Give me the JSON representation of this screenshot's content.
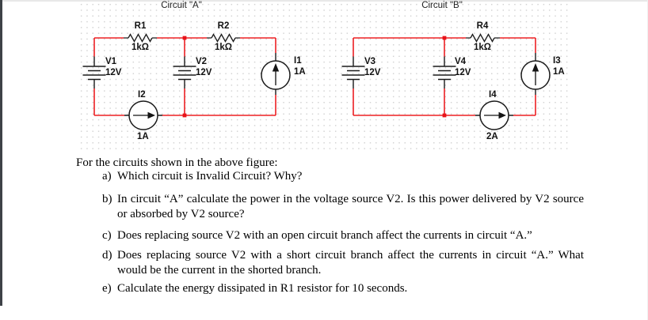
{
  "page": {
    "circuit_a": {
      "title": "Circuit \"A\"",
      "components": {
        "r1": {
          "name": "R1",
          "value": "1kΩ"
        },
        "r2": {
          "name": "R2",
          "value": "1kΩ"
        },
        "v1": {
          "name": "V1",
          "value": "12V"
        },
        "v2": {
          "name": "V2",
          "value": "12V"
        },
        "i1": {
          "name": "I1",
          "value": "1A"
        },
        "i2": {
          "name": "I2",
          "value": "1A"
        }
      }
    },
    "circuit_b": {
      "title": "Circuit \"B\"",
      "components": {
        "r4": {
          "name": "R4",
          "value": "1kΩ"
        },
        "v3": {
          "name": "V3",
          "value": "12V"
        },
        "v4": {
          "name": "V4",
          "value": "12V"
        },
        "i3": {
          "name": "I3",
          "value": "1A"
        },
        "i4": {
          "name": "I4",
          "value": "2A"
        }
      }
    },
    "questions": {
      "intro": "For the circuits shown in the above figure:",
      "items": [
        {
          "label": "a)",
          "text": "Which circuit is Invalid Circuit? Why?"
        },
        {
          "label": "b)",
          "text": "In circuit “A” calculate the power in the voltage source V2. Is this power delivered by V2 source or absorbed by V2 source?"
        },
        {
          "label": "c)",
          "text": "Does replacing source V2 with an open circuit branch affect the currents in circuit “A.”"
        },
        {
          "label": "d)",
          "text": "Does replacing source V2 with a short circuit branch affect the currents in circuit “A.” What would be the current in the shorted branch."
        },
        {
          "label": "e)",
          "text": "Calculate the energy dissipated in R1 resistor for 10 seconds."
        }
      ]
    },
    "colors": {
      "wire": "#ed2024",
      "junction": "#e8131a",
      "component": "#1a1a1a"
    }
  }
}
